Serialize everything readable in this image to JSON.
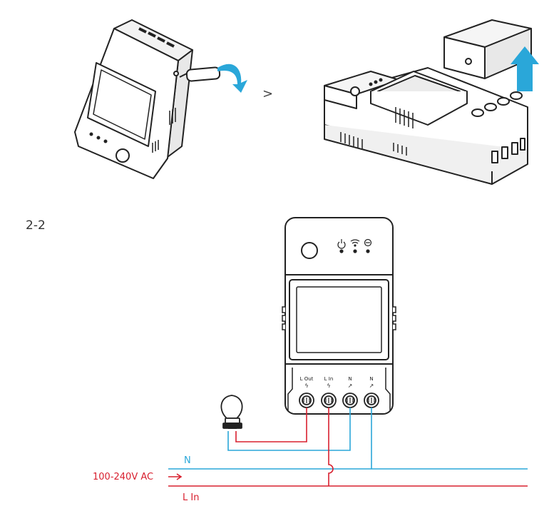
{
  "section_label": "2-2",
  "diagram": {
    "terminals": [
      {
        "name": "L Out",
        "symbol": "ϟ"
      },
      {
        "name": "L In",
        "symbol": "ϟ"
      },
      {
        "name": "N",
        "symbol": "↗"
      },
      {
        "name": "N",
        "symbol": "↗"
      }
    ],
    "wire_labels": {
      "neutral": "N",
      "supply": "100-240V AC",
      "live_in": "L In"
    },
    "step_arrow": ">",
    "colors": {
      "live": "#d8202f",
      "neutral": "#2aa7d9",
      "device_outline": "#222222",
      "accent_arrow": "#2aa7d9"
    },
    "indicators": [
      "power-icon",
      "wifi-icon",
      "energy-icon"
    ]
  }
}
